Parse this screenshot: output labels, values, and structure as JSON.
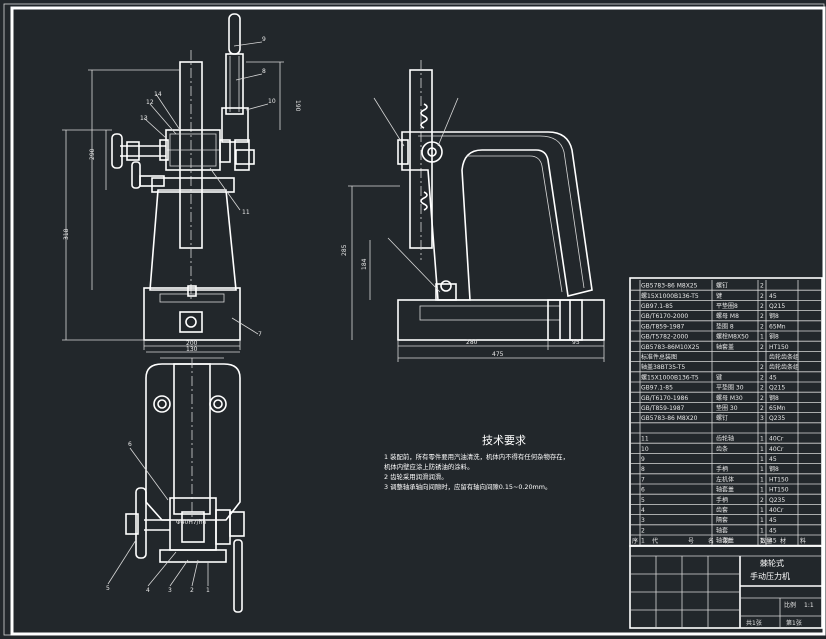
{
  "technical_requirements": {
    "title": "技术要求",
    "notes": [
      "1 装配前，所有零件要用汽油清洗，机体内不得有任何杂物存在，",
      "机体内壁应涂上防锈油的涂料。",
      "2 齿轮采用润滑润滑。",
      "3 调整轴承轴向间隙时，应留有轴向间隙0.15~0.20mm。"
    ]
  },
  "dimensions": {
    "front_height": "290",
    "front_total": "318",
    "handle_height": "190",
    "front_width": "200",
    "top_width": "130",
    "side_height_1": "285",
    "side_height_2": "184",
    "side_width_1": "280",
    "side_width_2": "95",
    "side_total": "475",
    "fit": "Φ40H7/h6"
  },
  "balloons": [
    "9",
    "8",
    "10",
    "11",
    "7",
    "6",
    "5",
    "4",
    "3",
    "2",
    "1",
    "12",
    "13",
    "14"
  ],
  "bom_rows": [
    [
      "GB5783-86 M8X25",
      "螺钉",
      "2",
      "",
      ""
    ],
    [
      "螺15X1000B136-T5",
      "键",
      "2",
      "45",
      ""
    ],
    [
      "GB97.1-85",
      "平垫圈8",
      "2",
      "Q215",
      ""
    ],
    [
      "GB/T6170-2000",
      "螺母 M8",
      "2",
      "钢8",
      ""
    ],
    [
      "GB/T859-1987",
      "垫圈 8",
      "2",
      "65Mn",
      ""
    ],
    [
      "GB/T5782-2000",
      "螺栓M8X50",
      "1",
      "钢8",
      ""
    ],
    [
      "GB5783-86M10X25",
      "轴套盖",
      "2",
      "HT150",
      ""
    ],
    [
      "标准件总装图",
      "",
      "",
      "齿轮齿条组",
      ""
    ],
    [
      "轴盖38BT35-T5",
      "",
      "2",
      "齿轮齿条组",
      ""
    ],
    [
      "螺15X1000B136-T5",
      "键",
      "2",
      "45",
      ""
    ],
    [
      "GB97.1-85",
      "平垫圈 30",
      "2",
      "Q215",
      ""
    ],
    [
      "GB/T6170-1986",
      "螺母 M30",
      "2",
      "钢8",
      ""
    ],
    [
      "GB/T859-1987",
      "垫圈 30",
      "2",
      "65Mn",
      ""
    ],
    [
      "GB5783-86 M8X20",
      "螺钉",
      "3",
      "Q235",
      ""
    ],
    [
      "",
      "",
      "",
      "",
      ""
    ],
    [
      "11",
      "齿轮轴",
      "1",
      "40Cr",
      ""
    ],
    [
      "10",
      "齿条",
      "1",
      "40Cr",
      ""
    ],
    [
      "9",
      "",
      "1",
      "45",
      ""
    ],
    [
      "8",
      "手柄",
      "1",
      "钢8",
      ""
    ],
    [
      "7",
      "左机体",
      "1",
      "HT150",
      ""
    ],
    [
      "6",
      "轴套盖",
      "1",
      "HT150",
      ""
    ],
    [
      "5",
      "手柄",
      "2",
      "Q235",
      ""
    ],
    [
      "4",
      "齿套",
      "1",
      "40Cr",
      ""
    ],
    [
      "3",
      "隔套",
      "1",
      "45",
      ""
    ],
    [
      "2",
      "轴套",
      "1",
      "45",
      ""
    ],
    [
      "1",
      "轴套盖",
      "1",
      "45",
      ""
    ]
  ],
  "bom_header": [
    "序",
    "代",
    "号",
    "名",
    "称",
    "数量",
    "材",
    "料"
  ],
  "title_block": {
    "name_line1": "棘轮式",
    "name_line2": "手动压力机",
    "sheet": "共1张",
    "page": "第1张",
    "scale_label": "比例",
    "scale": "1:1"
  },
  "colors": {
    "background": "#22272b",
    "line": "#ffffff"
  }
}
